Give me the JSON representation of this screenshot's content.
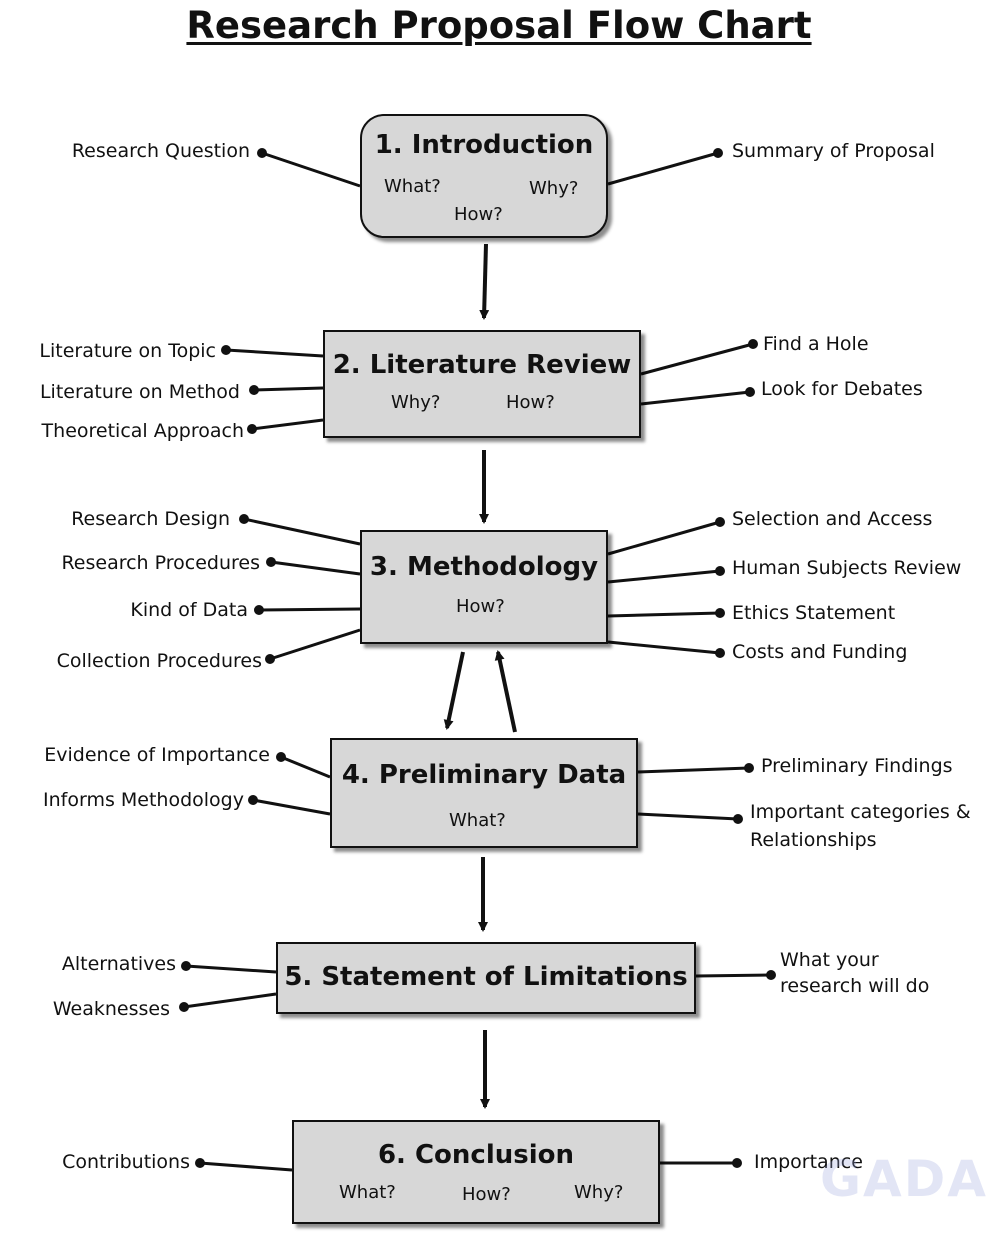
{
  "title": "Research Proposal Flow Chart",
  "watermark": "GADA",
  "steps": [
    {
      "title": "1. Introduction",
      "questions": [
        "What?",
        "Why?",
        "How?"
      ],
      "left": [
        "Research Question"
      ],
      "right": [
        "Summary of Proposal"
      ]
    },
    {
      "title": "2. Literature Review",
      "questions": [
        "Why?",
        "How?"
      ],
      "left": [
        "Literature on Topic",
        "Literature on Method",
        "Theoretical Approach"
      ],
      "right": [
        "Find a Hole",
        "Look for Debates"
      ]
    },
    {
      "title": "3. Methodology",
      "questions": [
        "How?"
      ],
      "left": [
        "Research Design",
        "Research Procedures",
        "Kind of Data",
        "Collection Procedures"
      ],
      "right": [
        "Selection and Access",
        "Human Subjects Review",
        "Ethics Statement",
        "Costs and Funding"
      ]
    },
    {
      "title": "4. Preliminary Data",
      "questions": [
        "What?"
      ],
      "left": [
        "Evidence of Importance",
        "Informs Methodology"
      ],
      "right": [
        "Preliminary Findings",
        "Important categories & Relationships"
      ]
    },
    {
      "title": "5. Statement of Limitations",
      "questions": [],
      "left": [
        "Alternatives",
        "Weaknesses"
      ],
      "right": [
        "What your research will do"
      ]
    },
    {
      "title": "6. Conclusion",
      "questions": [
        "What?",
        "How?",
        "Why?"
      ],
      "left": [
        "Contributions"
      ],
      "right": [
        "Importance"
      ]
    }
  ]
}
